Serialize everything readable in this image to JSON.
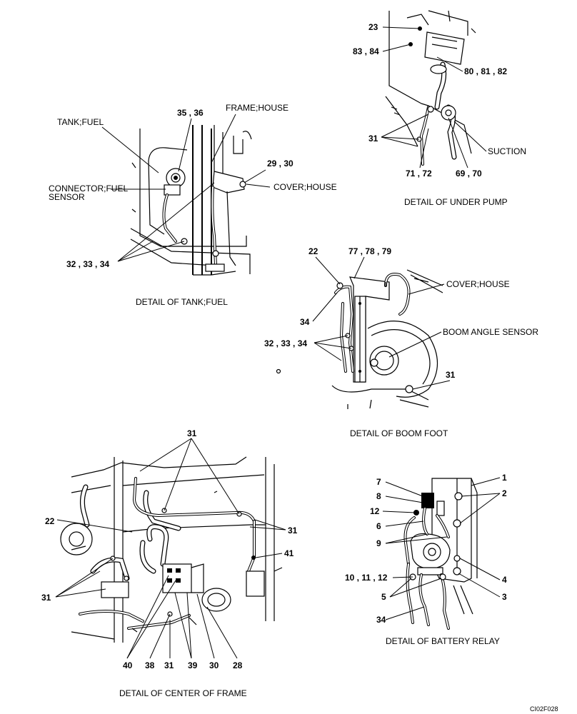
{
  "details": {
    "tank_fuel": {
      "caption": "DETAIL OF TANK;FUEL",
      "labels": {
        "tank_fuel": "TANK;FUEL",
        "frame_house": "FRAME;HOUSE",
        "connector_line1": "CONNECTOR;FUEL",
        "connector_line2": "SENSOR",
        "cover_house": "COVER;HOUSE"
      },
      "numbers": {
        "n35_36": "35 , 36",
        "n29_30": "29 , 30",
        "n32_33_34": "32 , 33 , 34"
      }
    },
    "under_pump": {
      "caption": "DETAIL OF UNDER PUMP",
      "labels": {
        "suction": "SUCTION"
      },
      "numbers": {
        "n23": "23",
        "n83_84": "83 , 84",
        "n80_81_82": "80 , 81 , 82",
        "n31": "31",
        "n71_72": "71 , 72",
        "n69_70": "69 , 70"
      }
    },
    "boom_foot": {
      "caption": "DETAIL OF BOOM FOOT",
      "labels": {
        "cover_house": "COVER;HOUSE",
        "boom_angle_sensor": "BOOM  ANGLE SENSOR"
      },
      "numbers": {
        "n22": "22",
        "n77_78_79": "77 , 78 , 79",
        "n34": "34",
        "n32_33_34": "32 , 33 , 34",
        "n31": "31"
      }
    },
    "center_frame": {
      "caption": "DETAIL OF CENTER OF FRAME",
      "numbers": {
        "n31_top": "31",
        "n22": "22",
        "n31_right": "31",
        "n41": "41",
        "n31_left": "31",
        "n40": "40",
        "n38": "38",
        "n31_bottom": "31",
        "n39": "39",
        "n30": "30",
        "n28": "28"
      }
    },
    "battery_relay": {
      "caption": "DETAIL OF BATTERY RELAY",
      "numbers": {
        "n1": "1",
        "n2": "2",
        "n7": "7",
        "n8": "8",
        "n12": "12",
        "n6": "6",
        "n9": "9",
        "n10_11_12": "10 , 11 , 12",
        "n4": "4",
        "n3": "3",
        "n5": "5",
        "n34": "34"
      }
    }
  },
  "drawing_ref": "CI02F028"
}
